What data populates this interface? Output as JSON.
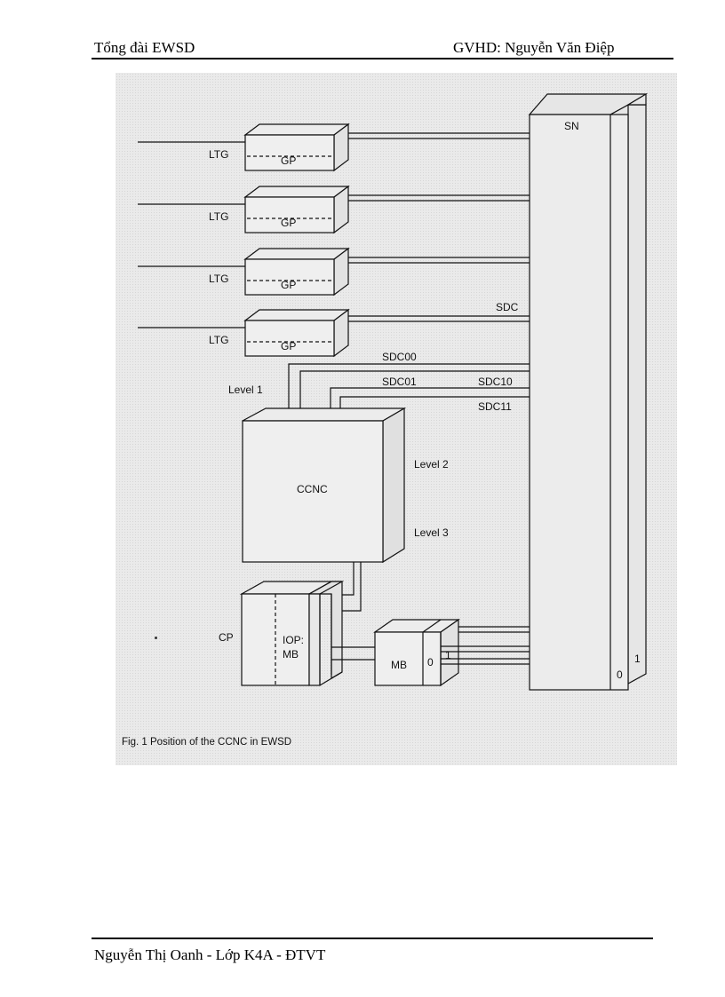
{
  "header": {
    "left": "Tổng đài EWSD",
    "right": "GVHD: Nguyễn Văn Điệp"
  },
  "footer": {
    "text": "Nguyễn Thị Oanh - Lớp K4A - ĐTVT"
  },
  "figure": {
    "caption": "Fig. 1  Position of the CCNC in EWSD",
    "labels": {
      "sn": "SN",
      "ltg": "LTG",
      "gp": "GP",
      "sdc": "SDC",
      "sdc00": "SDC00",
      "sdc01": "SDC01",
      "sdc10": "SDC10",
      "sdc11": "SDC11",
      "level1": "Level 1",
      "level2": "Level 2",
      "level3": "Level 3",
      "ccnc": "CCNC",
      "cp": "CP",
      "iop": "IOP:",
      "iop_mb": "MB",
      "mb": "MB",
      "plane0": "0",
      "plane1": "1"
    }
  }
}
